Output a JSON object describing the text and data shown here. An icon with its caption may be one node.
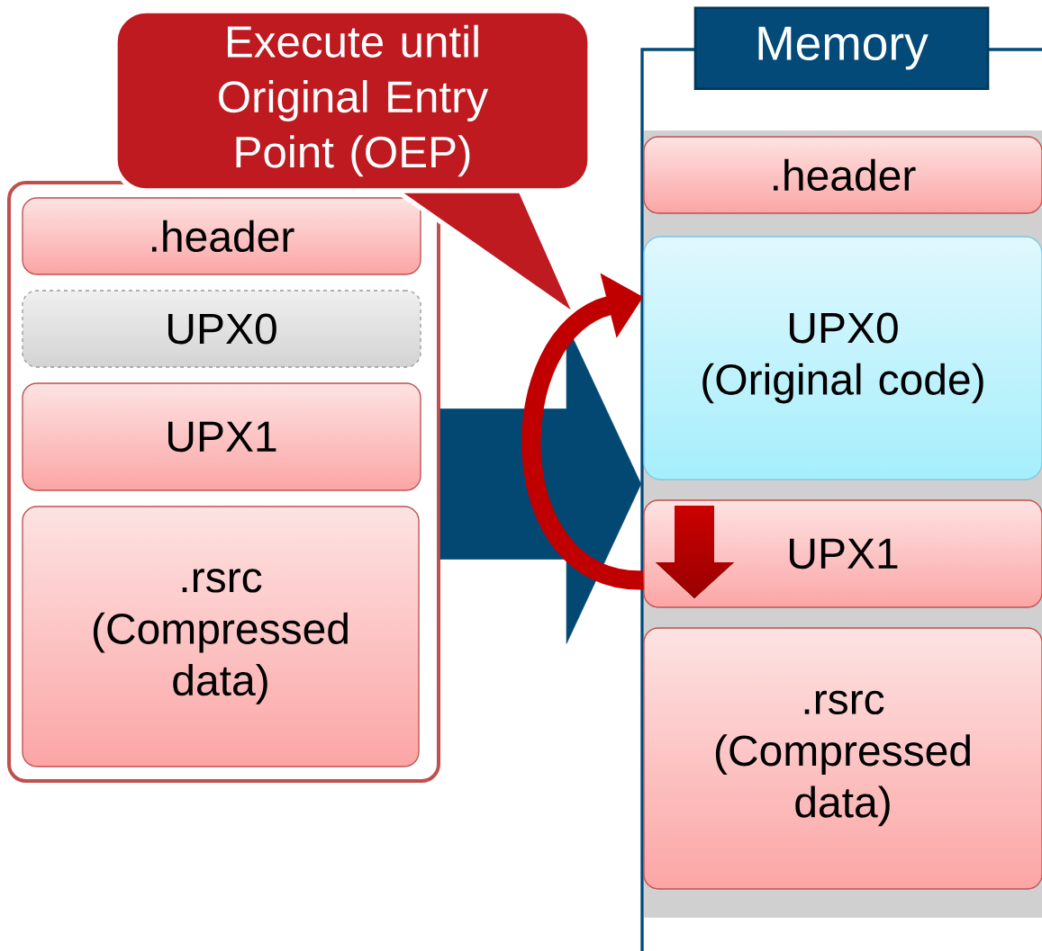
{
  "diagram": {
    "nodes": [
      {
        "text": [],
        "shape": "box"
      },
      {
        "text": [
          ".header"
        ],
        "in": 0
      },
      {
        "text": [
          "UPX0"
        ],
        "in": 0
      },
      {
        "text": [
          "UPX1"
        ],
        "in": 0
      },
      {
        "text": [
          ".rsrc",
          "(Compressed data)"
        ],
        "in": 0
      },
      {
        "text": [
          "Memory"
        ]
      },
      {
        "text": [
          ".header"
        ],
        "in": 5
      },
      {
        "text": [
          "UPX0",
          "(Original code)"
        ],
        "in": 5
      },
      {
        "text": [
          "UPX1"
        ],
        "in": 5
      },
      {
        "text": [
          ".rsrc",
          "(Compressed data)"
        ],
        "in": 5
      },
      {
        "text": [
          "Execute until Original Entry Point (OEP)"
        ]
      }
    ],
    "edges": [
      {
        "from": 0,
        "to": 5,
        "arrow": "to",
        "style": "thick",
        "color": "#024873"
      },
      {
        "from": 8,
        "to": 7,
        "arrow": "to",
        "color": "#c00000"
      }
    ]
  }
}
